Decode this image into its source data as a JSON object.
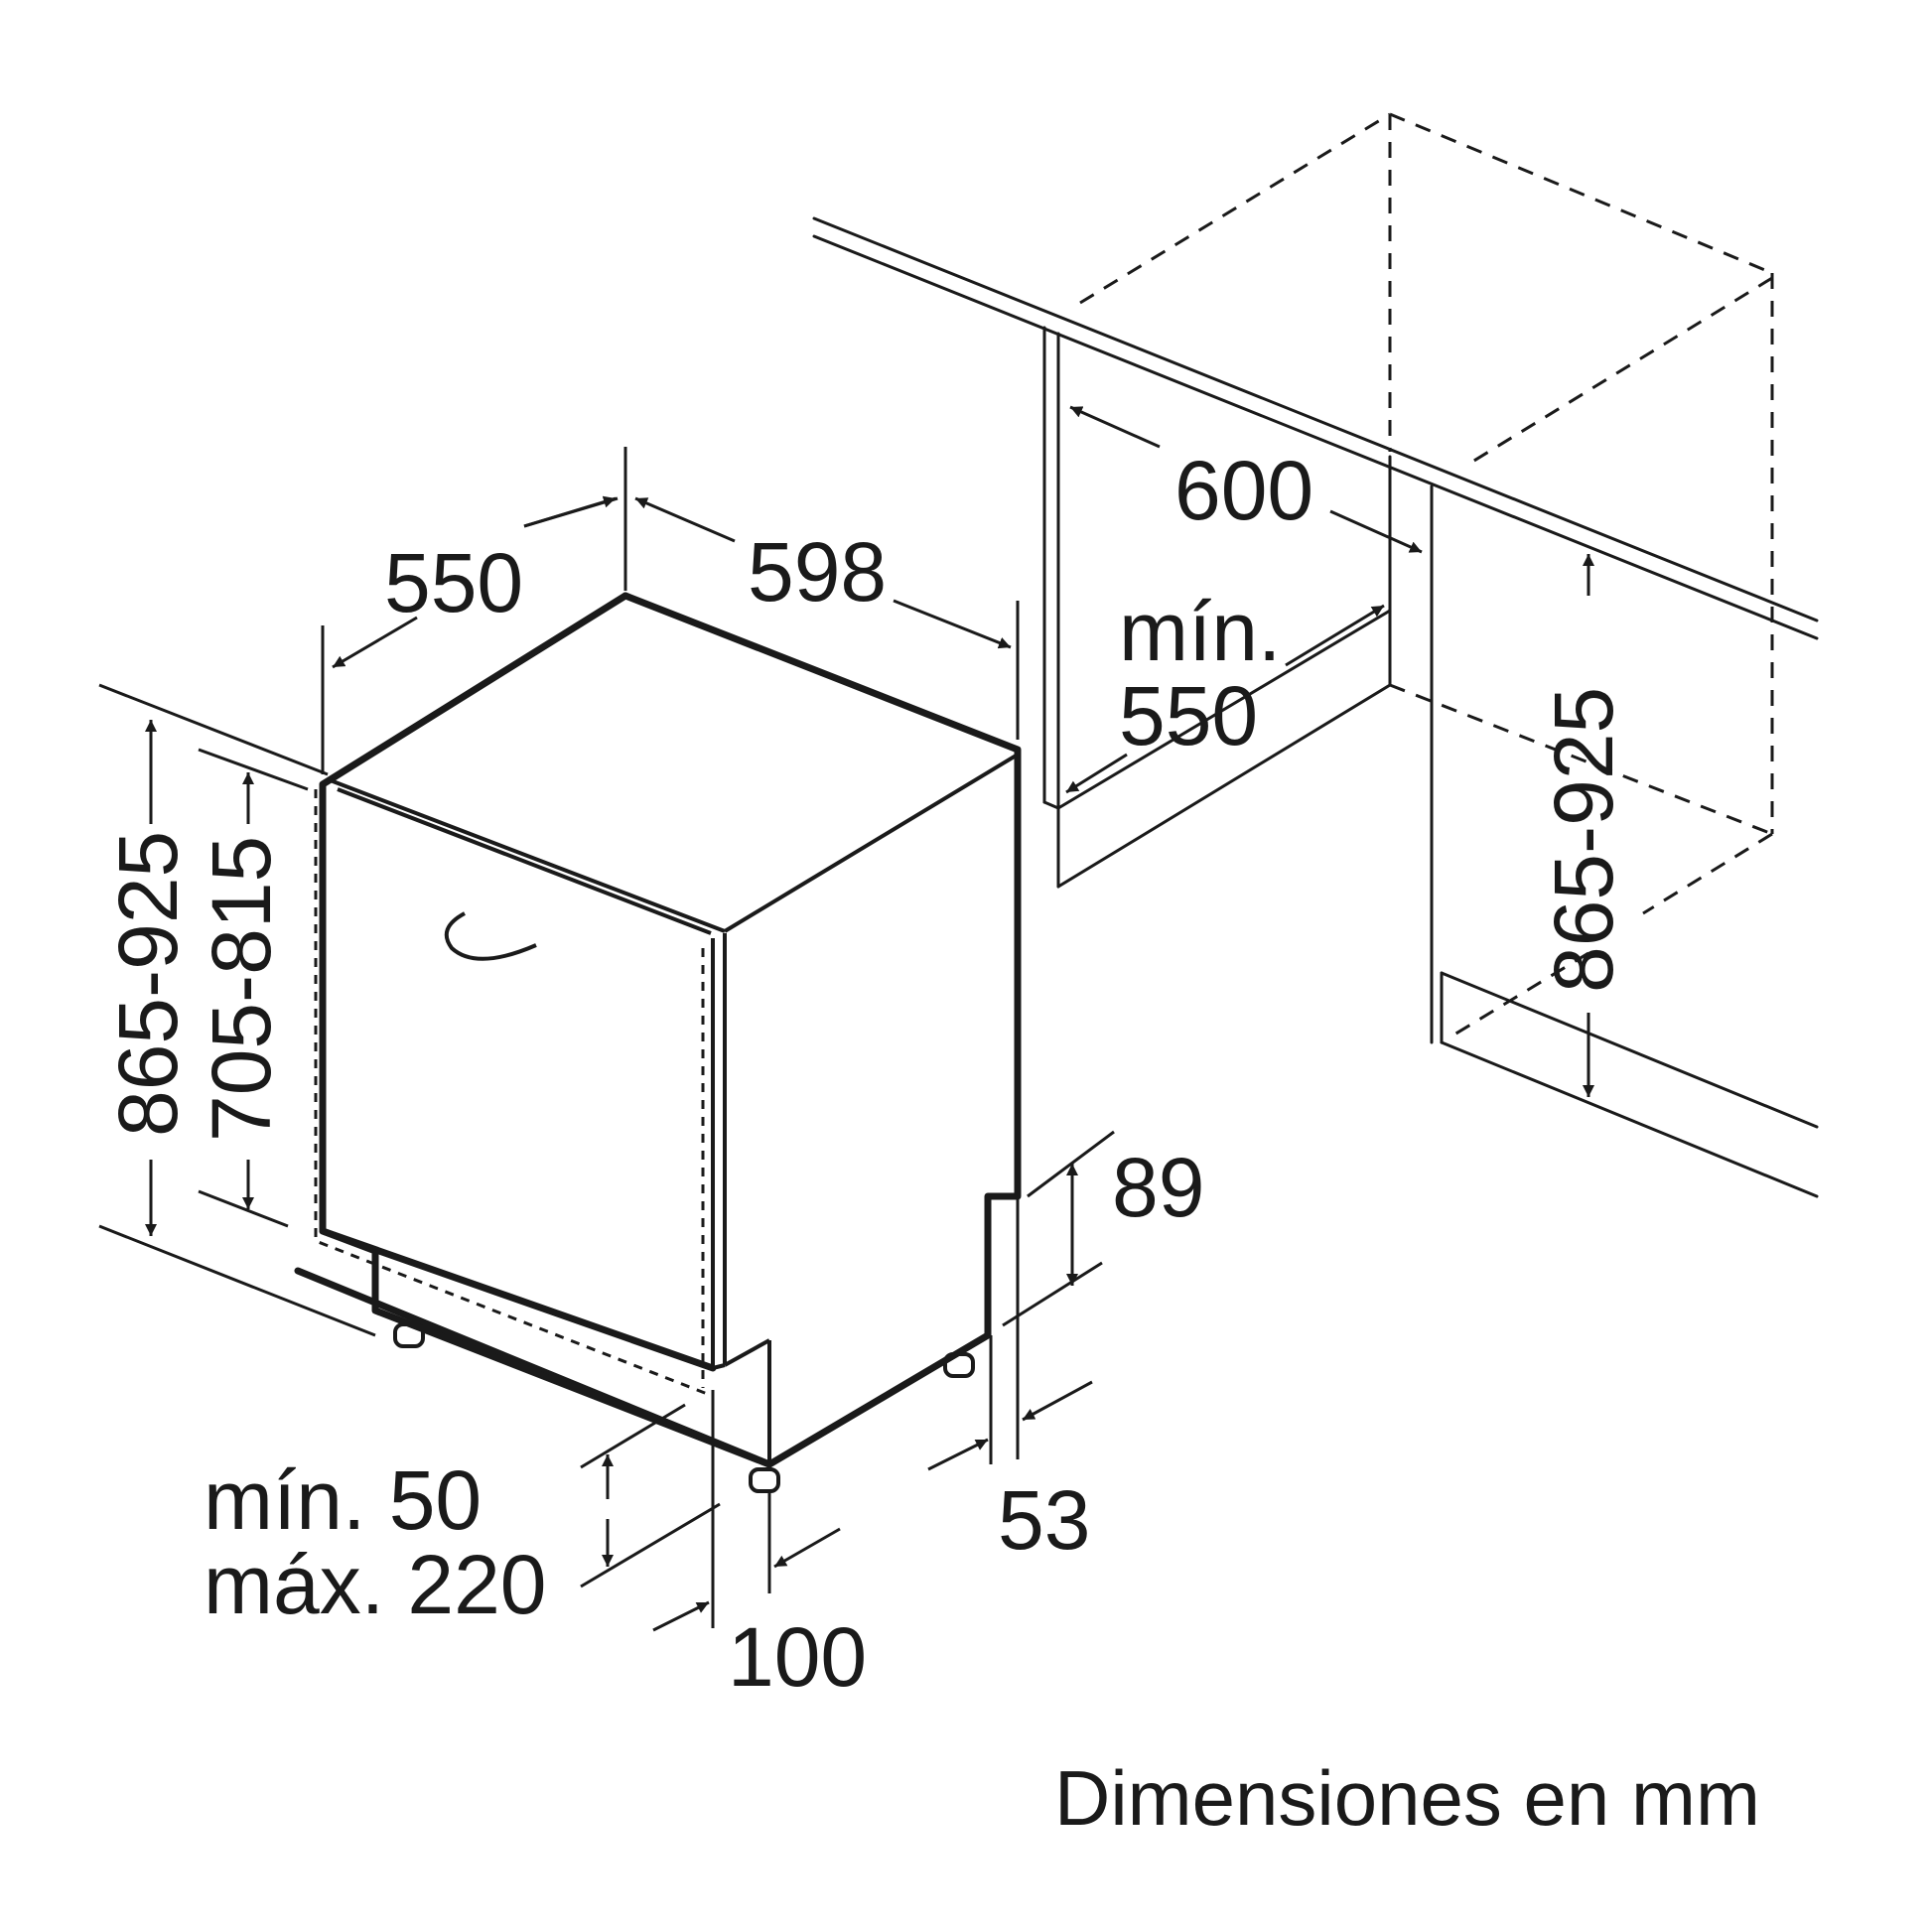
{
  "labels": {
    "depth": "550",
    "width": "598",
    "niche_width": "600",
    "niche_depth_line1": "mín.",
    "niche_depth_line2": "550",
    "height_left": "865-925",
    "door_height": "705-815",
    "niche_height": "865-925",
    "plinth_height": "89",
    "plinth_recess": "53",
    "plinth_min": "mín. 50",
    "plinth_max": "máx. 220",
    "door_offset": "100",
    "caption": "Dimensiones en mm"
  }
}
